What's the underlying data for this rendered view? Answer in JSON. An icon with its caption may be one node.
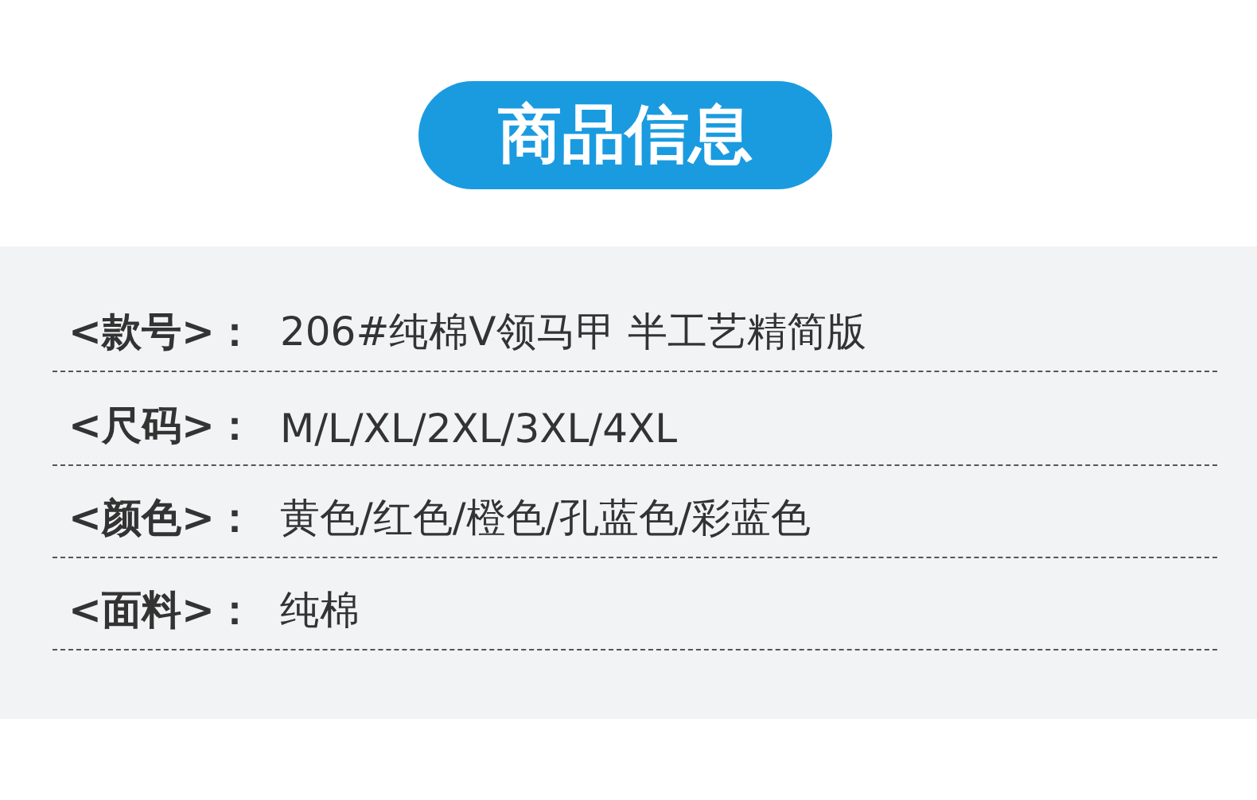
{
  "diagram": {
    "title": "商品信息",
    "labels": [
      "<款号>：",
      "206#纯棉V领马甲 半工艺精简版",
      "<尺码>：",
      "M/L/XL/2XL/3XL/4XL",
      "<颜色>：",
      "黄色/红色/橙色/孔蓝色/彩蓝色",
      "<面料>：",
      "纯棉"
    ]
  }
}
